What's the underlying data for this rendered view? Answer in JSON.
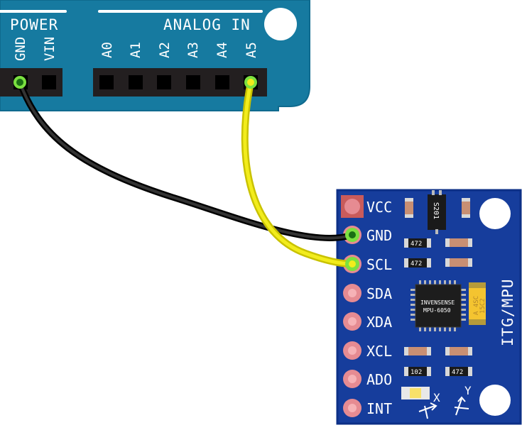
{
  "colors": {
    "arduino_board": "#167aa0",
    "arduino_edge": "#0f6a8e",
    "header_black": "#231f20",
    "mpu_board": "#163d9c",
    "mpu_edge": "#0c2f86",
    "pad_pink": "#e68b92",
    "pad_vcc": "#c95b5b",
    "wire_black": "#1a1a1a",
    "wire_yellow": "#f2ec1c",
    "pin_green": "#7be040",
    "silkscreen": "#ffffff"
  },
  "arduino": {
    "power_label": "POWER",
    "analog_label": "ANALOG IN",
    "power_pins": [
      "GND",
      "VIN"
    ],
    "analog_pins": [
      "A0",
      "A1",
      "A2",
      "A3",
      "A4",
      "A5"
    ]
  },
  "mpu": {
    "pins": [
      "VCC",
      "GND",
      "SCL",
      "SDA",
      "XDA",
      "XCL",
      "ADO",
      "INT"
    ],
    "board_title": "ITG/MPU",
    "chip_line1": "INVENSENSE",
    "chip_line2": "MPU-6050",
    "regulator_text": "S201",
    "resistor_labels": [
      "472",
      "472",
      "102",
      "472"
    ],
    "tantalum_line1": "A 4SC",
    "tantalum_line2": "15C2",
    "axis_x": "X",
    "axis_y": "Y"
  },
  "wires": [
    {
      "from": "GND",
      "to": "GND",
      "color": "black"
    },
    {
      "from": "A5",
      "to": "SCL",
      "color": "yellow"
    }
  ]
}
